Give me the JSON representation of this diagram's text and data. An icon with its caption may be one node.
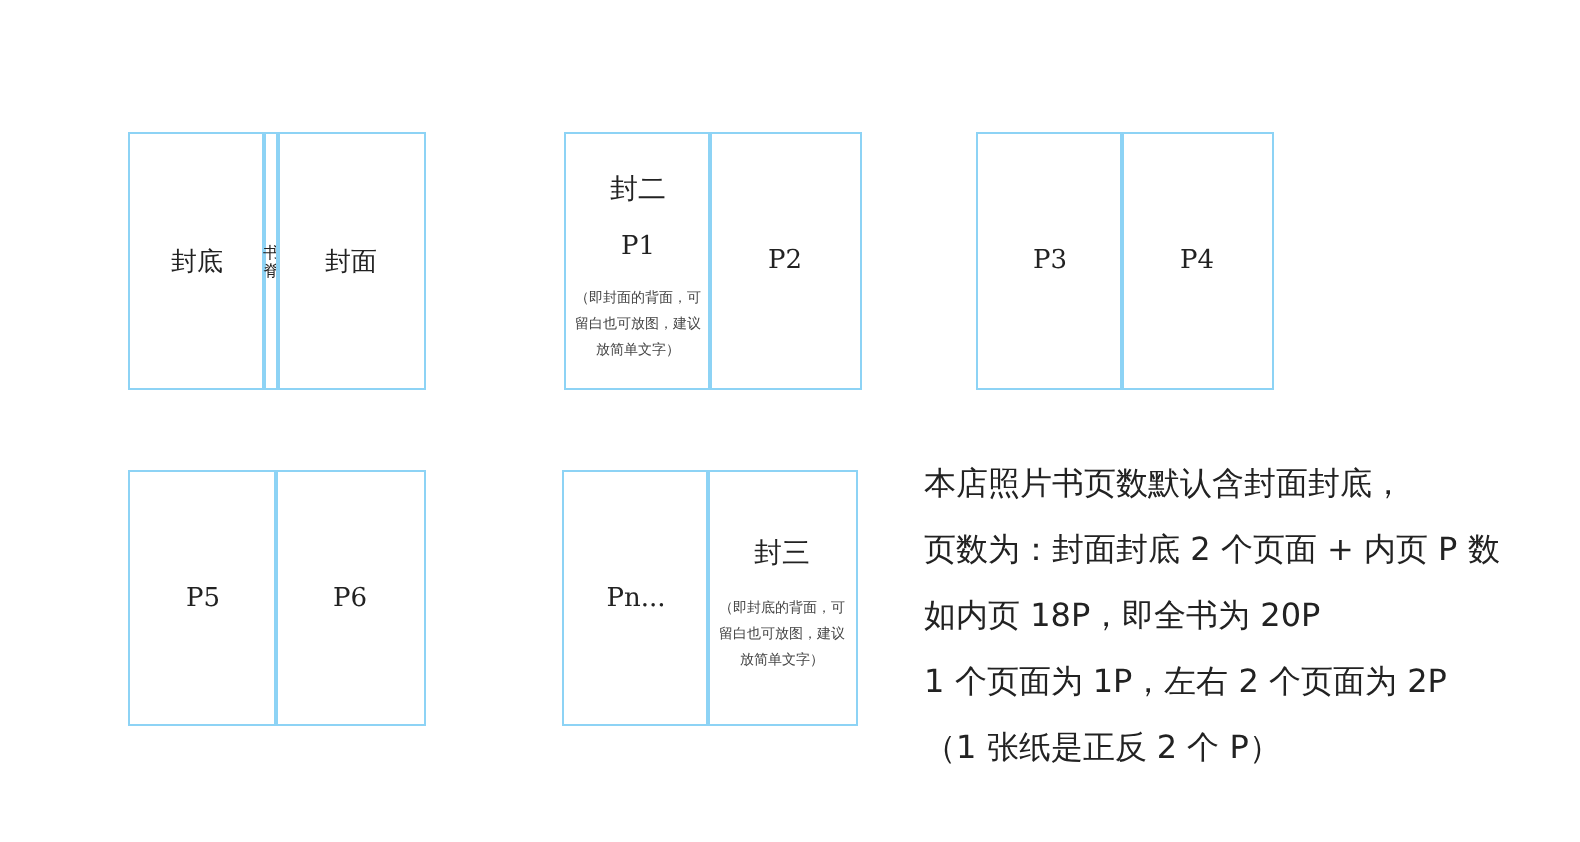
{
  "diagram": {
    "nodes": [
      {
        "text": [
          "封底"
        ]
      },
      {
        "text": [
          "书脊"
        ]
      },
      {
        "text": [
          "封面"
        ]
      },
      {
        "text": [
          "封二",
          "P1",
          "（即封面的背面，可留白也可放图，建议放简单文字）"
        ]
      },
      {
        "text": [
          "P2"
        ]
      },
      {
        "text": [
          "P3"
        ]
      },
      {
        "text": [
          "P4"
        ]
      },
      {
        "text": [
          "P5"
        ]
      },
      {
        "text": [
          "P6"
        ]
      },
      {
        "text": [
          "Pn..."
        ]
      },
      {
        "text": [
          "封三",
          "（即封底的背面，可留白也可放图，建议放简单文字）"
        ]
      }
    ],
    "edges": [],
    "labels": [
      "本店照片书页数默认含封面封底，",
      "页数为：封面封底 2 个页面 + 内页 P 数",
      "如内页 18P，即全书为 20P",
      "1 个页面为 1P，左右 2 个页面为 2P",
      "（1 张纸是正反 2 个 P）"
    ]
  }
}
